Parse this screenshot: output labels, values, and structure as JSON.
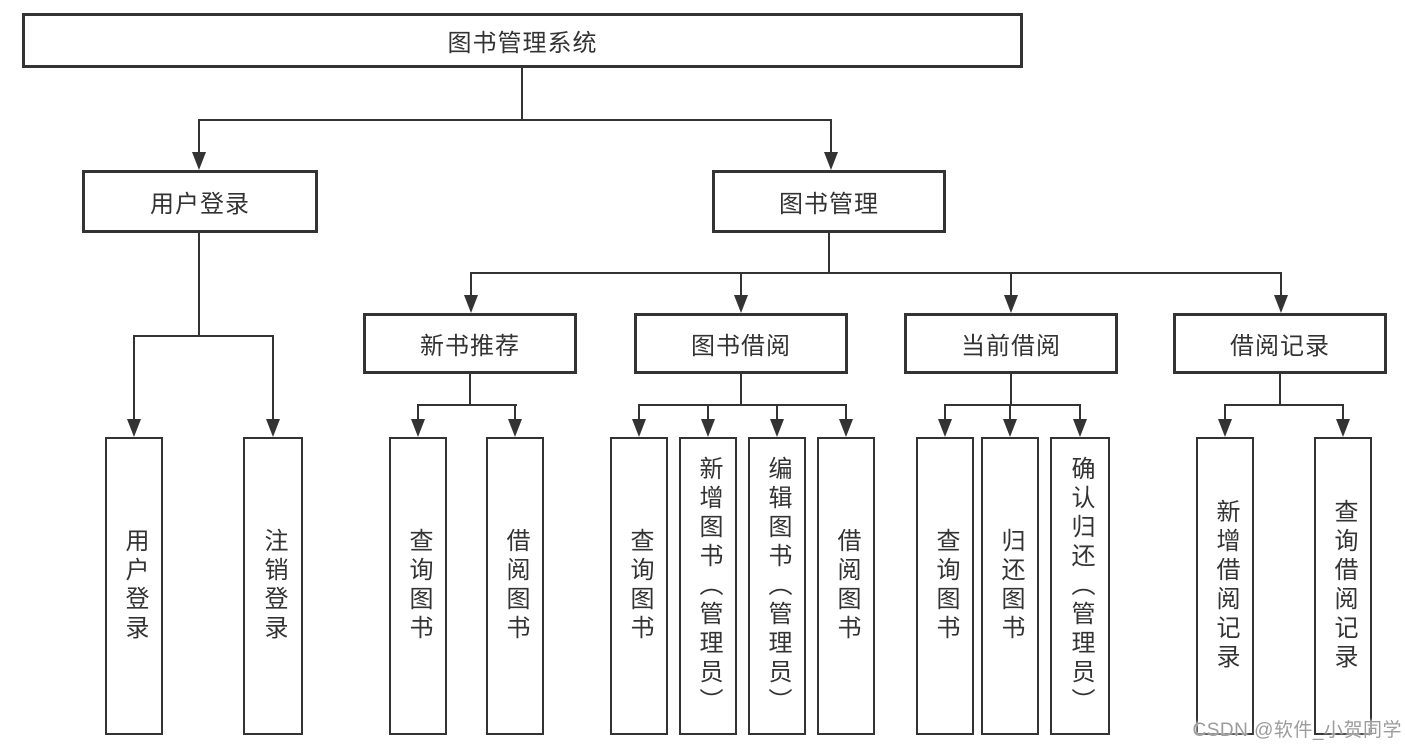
{
  "diagram": {
    "title": "图书管理系统",
    "watermark": "CSDN @软件_小贺同学",
    "colors": {
      "line": "#333333",
      "border": "#333333",
      "text": "#333333",
      "background": "#ffffff",
      "watermark": "#9c9c9c"
    },
    "nodes": {
      "root": {
        "label": "图书管理系统"
      },
      "userLogin": {
        "label": "用户登录"
      },
      "bookMgmt": {
        "label": "图书管理"
      },
      "newBookRec": {
        "label": "新书推荐"
      },
      "bookBorrow": {
        "label": "图书借阅"
      },
      "currentBorrow": {
        "label": "当前借阅"
      },
      "borrowRecord": {
        "label": "借阅记录"
      },
      "leafUserLogin": {
        "label": "用户登录"
      },
      "leafLogout": {
        "label": "注销登录"
      },
      "leafQueryBook1": {
        "label": "查询图书"
      },
      "leafBorrowBook1": {
        "label": "借阅图书"
      },
      "leafQueryBook2": {
        "label": "查询图书"
      },
      "leafAddBook": {
        "label": "新增图书（管理员）"
      },
      "leafEditBook": {
        "label": "编辑图书（管理员）"
      },
      "leafBorrowBook2": {
        "label": "借阅图书"
      },
      "leafQueryBook3": {
        "label": "查询图书"
      },
      "leafReturnBook": {
        "label": "归还图书"
      },
      "leafConfirmReturn": {
        "label": "确认归还（管理员）"
      },
      "leafAddBorrowRecord": {
        "label": "新增借阅记录"
      },
      "leafQueryBorrowRecord": {
        "label": "查询借阅记录"
      }
    }
  }
}
